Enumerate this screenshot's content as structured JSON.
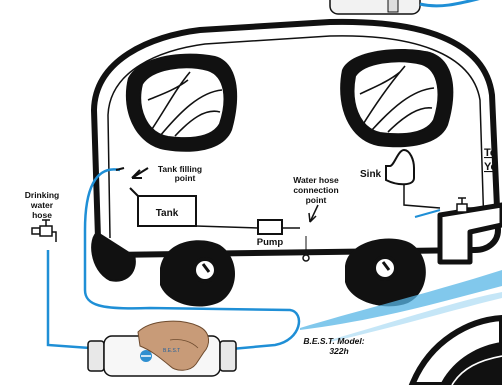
{
  "labels": {
    "drinking_water_hose": [
      "Drinking",
      "water",
      "hose"
    ],
    "tank_filling_point": [
      "Tank filling",
      "point"
    ],
    "tank": "Tank",
    "water_hose_connection_point": [
      "Water hose",
      "connection",
      "point"
    ],
    "sink": "Sink",
    "pump": "Pump",
    "model": [
      "B.E.S.T. Model:",
      "322h"
    ],
    "cutoff_text": [
      "To",
      "Yo"
    ],
    "filter_brand": "B.E.S.T"
  },
  "colors": {
    "hose": "#1f8fd6",
    "outline": "#111111",
    "accent_band": "#57b5e5"
  },
  "icons": [
    "water-tap-icon",
    "water-tap-icon",
    "water-filter-cartridge",
    "hand-holding-filter"
  ]
}
